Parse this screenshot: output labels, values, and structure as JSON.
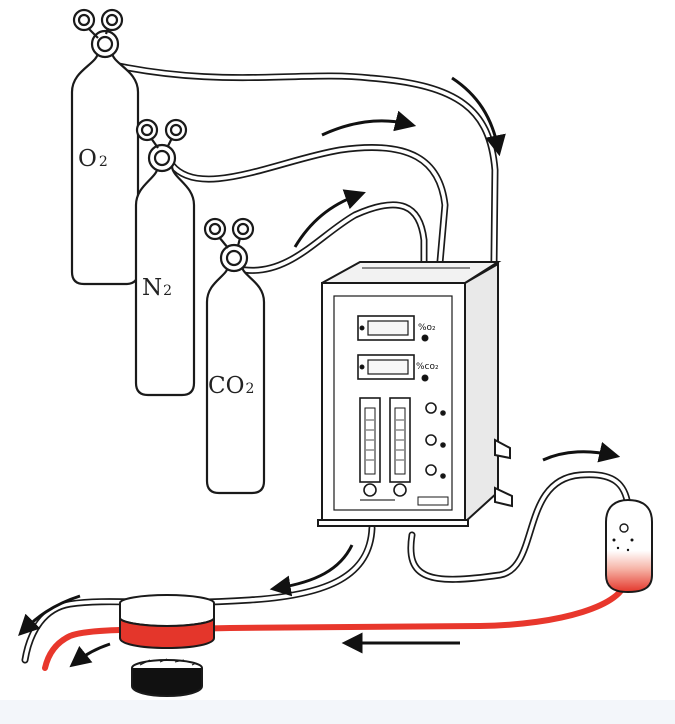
{
  "cylinders": [
    {
      "id": "o2",
      "formula": "O",
      "subscript": "2"
    },
    {
      "id": "n2",
      "formula": "N",
      "subscript": "2"
    },
    {
      "id": "co2",
      "formula": "CO",
      "subscript": "2"
    }
  ],
  "controller": {
    "display_top_unit": "%o₂",
    "display_bottom_unit": "%co₂"
  },
  "colors": {
    "line": "#1a1a1a",
    "tube_red": "#e8372c",
    "bath_red": "#e4362b",
    "background": "#ffffff"
  }
}
